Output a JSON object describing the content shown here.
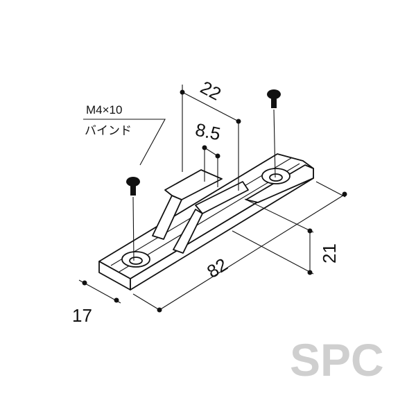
{
  "part": {
    "screw_spec": "M4×10",
    "screw_type": "バインド"
  },
  "dimensions": {
    "top_width": "22",
    "step": "8.5",
    "length": "82",
    "width": "17",
    "height": "21"
  },
  "watermark": "SPC"
}
